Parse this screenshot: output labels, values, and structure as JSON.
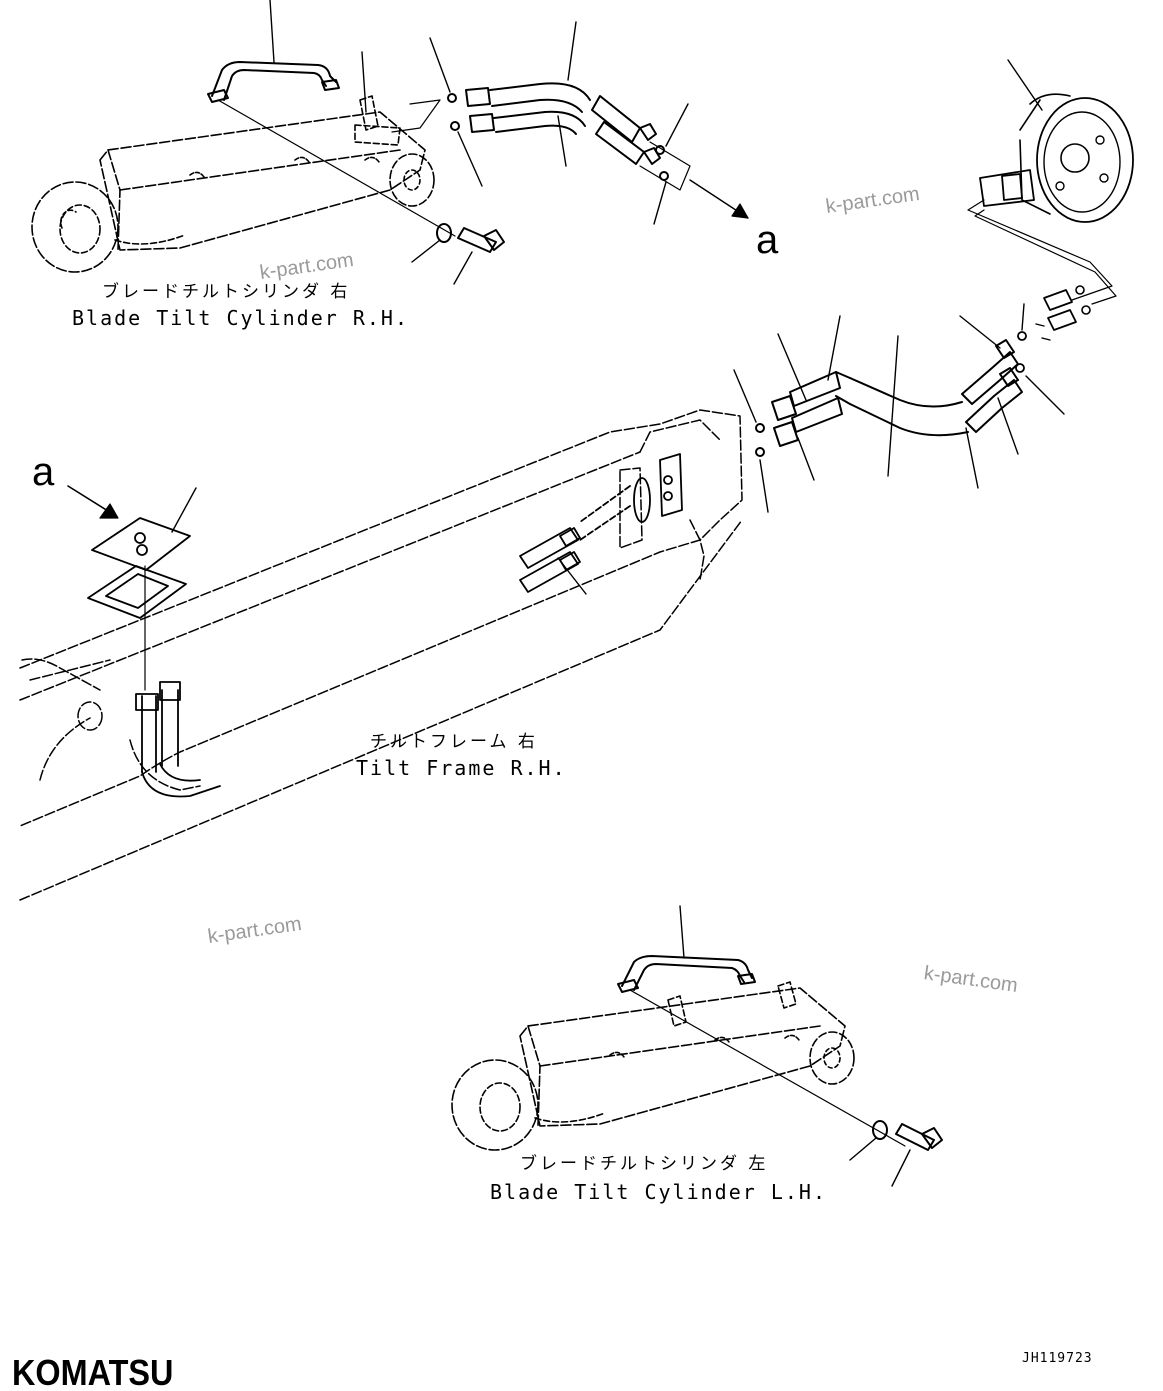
{
  "labels": {
    "rh_cylinder_jp": "ブレードチルトシリンダ 右",
    "rh_cylinder_en": "Blade Tilt Cylinder R.H.",
    "frame_jp": "チルトフレーム 右",
    "frame_en": "Tilt Frame R.H.",
    "lh_cylinder_jp": "ブレードチルトシリンダ 左",
    "lh_cylinder_en": "Blade Tilt Cylinder L.H."
  },
  "callouts": {
    "view_a_target": "a",
    "view_a_source": "a"
  },
  "watermarks": [
    "k-part.com",
    "k-part.com",
    "k-part.com",
    "k-part.com"
  ],
  "drawing_code": "JH119723",
  "brand": "KOMATSU",
  "colors": {
    "ink": "#000000",
    "watermark": "#9a9a9a",
    "background": "#ffffff"
  }
}
